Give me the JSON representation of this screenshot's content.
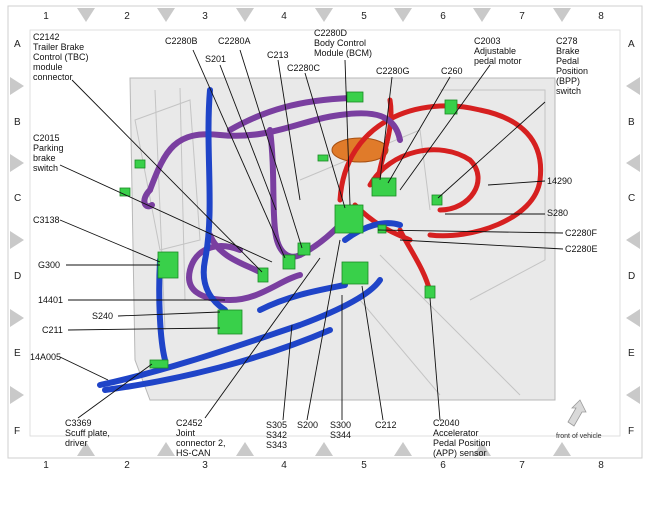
{
  "grid": {
    "columns": [
      "1",
      "2",
      "3",
      "4",
      "5",
      "6",
      "7",
      "8"
    ],
    "rows": [
      "A",
      "B",
      "C",
      "D",
      "E",
      "F"
    ]
  },
  "labels": {
    "c2142": [
      "C2142",
      "Trailer Brake",
      "Control (TBC)",
      "module",
      "connector"
    ],
    "c2280b": [
      "C2280B"
    ],
    "c2280a": [
      "C2280A"
    ],
    "s201": [
      "S201"
    ],
    "c213": [
      "C213"
    ],
    "c2280c": [
      "C2280C"
    ],
    "c2280d": [
      "C2280D",
      "Body Control",
      "Module (BCM)"
    ],
    "c2280g": [
      "C2280G"
    ],
    "c260": [
      "C260"
    ],
    "c2003": [
      "C2003",
      "Adjustable",
      "pedal motor"
    ],
    "c278": [
      "C278",
      "Brake",
      "Pedal",
      "Position",
      "(BPP)",
      "switch"
    ],
    "c2015": [
      "C2015",
      "Parking",
      "brake",
      "switch"
    ],
    "c3138": [
      "C3138"
    ],
    "g300": [
      "G300"
    ],
    "n14401": [
      "14401"
    ],
    "s240": [
      "S240"
    ],
    "c211": [
      "C211"
    ],
    "n14a005": [
      "14A005"
    ],
    "n14290": [
      "14290"
    ],
    "s280": [
      "S280"
    ],
    "c2280f": [
      "C2280F"
    ],
    "c2280e": [
      "C2280E"
    ],
    "c3369": [
      "C3369",
      "Scuff plate,",
      "driver"
    ],
    "c2452": [
      "C2452",
      "Joint",
      "connector 2,",
      "HS-CAN"
    ],
    "s305": [
      "S305",
      "S342",
      "S343"
    ],
    "s200": [
      "S200"
    ],
    "s300": [
      "S300",
      "S344"
    ],
    "c212": [
      "C212"
    ],
    "c2040": [
      "C2040",
      "Accelerator",
      "Pedal Position",
      "(APP) sensor"
    ]
  },
  "footer": {
    "front_of_vehicle": "front of vehicle"
  },
  "colors": {
    "harness_purple": "#7a3fa0",
    "harness_blue": "#1f44c8",
    "harness_red": "#d62020",
    "connector_green": "#39d04a"
  }
}
